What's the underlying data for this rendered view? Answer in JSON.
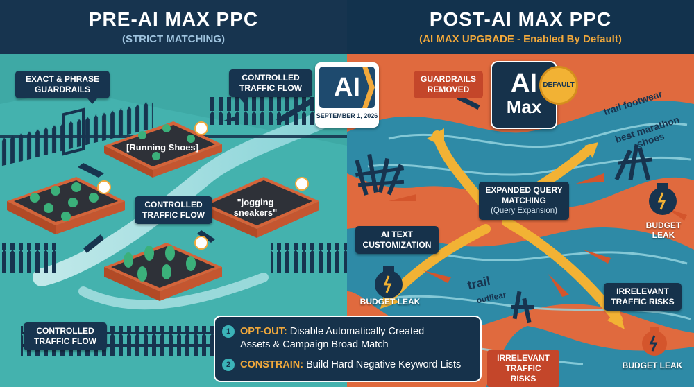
{
  "left_header": {
    "title": "PRE-AI MAX PPC",
    "subtitle": "(STRICT MATCHING)"
  },
  "right_header": {
    "title": "POST-AI MAX PPC",
    "subtitle": "(AI MAX UPGRADE - Enabled By Default)"
  },
  "ai_badge": {
    "text": "AI",
    "date": "SEPTEMBER 1, 2026"
  },
  "ai_max": {
    "line1": "AI",
    "line2": "Max",
    "seal": "DEFAULT"
  },
  "left_labels": {
    "exact_phrase": "EXACT & PHRASE GUARDRAILS",
    "controlled_top": "CONTROLLED TRAFFIC FLOW",
    "controlled_center": "CONTROLLED TRAFFIC FLOW",
    "controlled_bottom": "CONTROLLED TRAFFIC FLOW",
    "bed_running": "[Running Shoes]",
    "bed_jogging": "\"jogging sneakers\""
  },
  "right_labels": {
    "guardrails_removed": "GUARDRAILS REMOVED",
    "expanded_query": "EXPANDED QUERY MATCHING",
    "query_expansion": "(Query Expansion)",
    "ai_text": "AI TEXT CUSTOMIZATION",
    "budget_leak_left": "BUDGET LEAK",
    "budget_leak_right": "BUDGET LEAK",
    "budget_leak_bottom": "BUDGET LEAK",
    "irrelevant_right": "IRRELEVANT TRAFFIC RISKS",
    "irrelevant_bottom": "IRRELEVANT TRAFFIC RISKS",
    "trail_footwear": "trail footwear",
    "best_marathon": "best marathon shoes",
    "trail": "trail",
    "outliear": "outliear"
  },
  "options": [
    {
      "num": "1",
      "keyword": "OPT-OUT:",
      "text": "Disable Automatically Created",
      "text2": "Assets & Campaign Broad Match"
    },
    {
      "num": "2",
      "keyword": "CONSTRAIN:",
      "text": "Build Hard Negative Keyword Lists"
    }
  ],
  "colors": {
    "left_bg": "#3ea9a5",
    "right_bg": "#e06a3e",
    "navy": "#17344f",
    "orange": "#f2a93b",
    "water": "#2e8aa6"
  }
}
